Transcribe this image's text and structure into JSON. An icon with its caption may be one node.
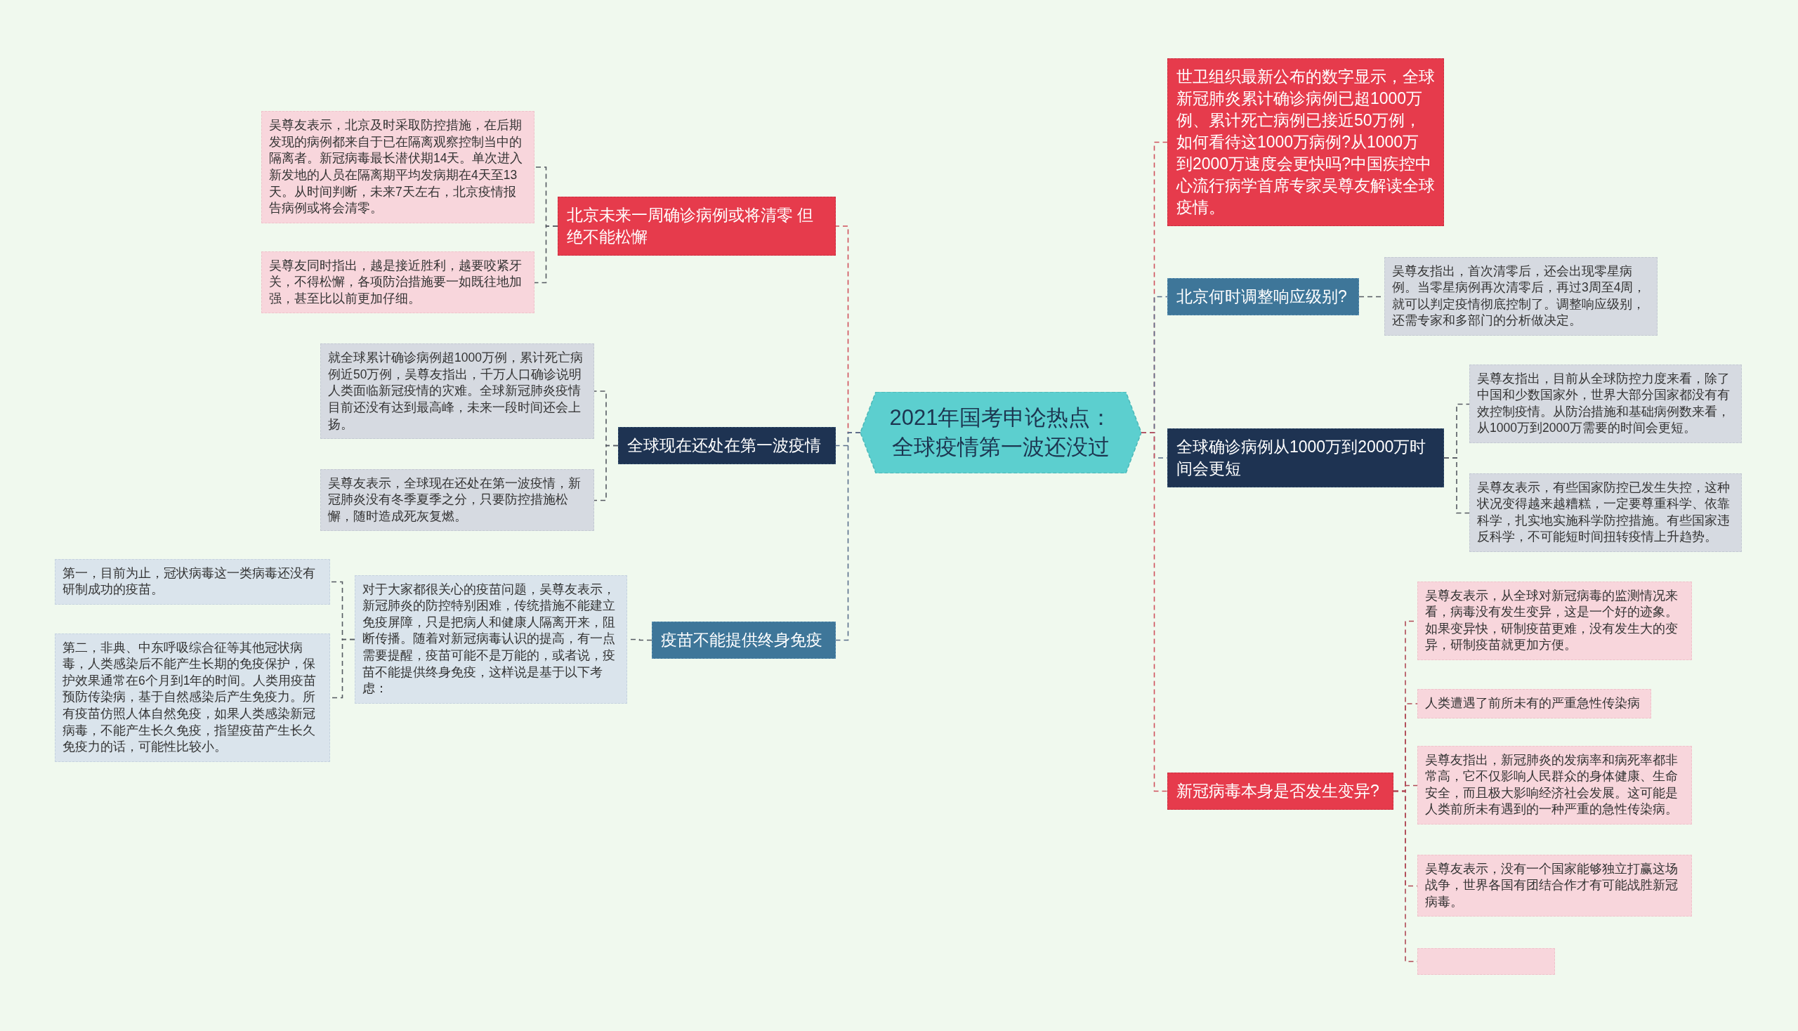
{
  "diagram": {
    "nodes": [
      {
        "text": [
          "2021年国考申论热点：全球疫情第一波还没过"
        ]
      },
      {
        "text": [
          "北京未来一周确诊病例或将清零 但绝不能松懈"
        ]
      },
      {
        "text": [
          "吴尊友表示，北京及时采取防控措施，在后期发现的病例都来自于已在隔离观察控制当中的隔离者。新冠病毒最长潜伏期14天。单次进入新发地的人员在隔离期平均发病期在4天至13天。从时间判断，未来7天左右，北京疫情报告病例或将会清零。"
        ]
      },
      {
        "text": [
          "吴尊友同时指出，越是接近胜利，越要咬紧牙关，不得松懈，各项防治措施要一如既往地加强，甚至比以前更加仔细。"
        ]
      },
      {
        "text": [
          "全球现在还处在第一波疫情"
        ]
      },
      {
        "text": [
          "就全球累计确诊病例超1000万例，累计死亡病例近50万例，吴尊友指出，千万人口确诊说明人类面临新冠疫情的灾难。全球新冠肺炎疫情目前还没有达到最高峰，未来一段时间还会上扬。"
        ]
      },
      {
        "text": [
          "吴尊友表示，全球现在还处在第一波疫情，新冠肺炎没有冬季夏季之分，只要防控措施松懈，随时造成死灰复燃。"
        ]
      },
      {
        "text": [
          "疫苗不能提供终身免疫"
        ]
      },
      {
        "text": [
          "对于大家都很关心的疫苗问题，吴尊友表示，新冠肺炎的防控特别困难，传统措施不能建立免疫屏障，只是把病人和健康人隔离开来，阻断传播。随着对新冠病毒认识的提高，有一点需要提醒，疫苗可能不是万能的，或者说，疫苗不能提供终身免疫，这样说是基于以下考虑："
        ]
      },
      {
        "text": [
          "第一，目前为止，冠状病毒这一类病毒还没有研制成功的疫苗。"
        ]
      },
      {
        "text": [
          "第二，非典、中东呼吸综合征等其他冠状病毒，人类感染后不能产生长期的免疫保护，保护效果通常在6个月到1年的时间。人类用疫苗预防传染病，基于自然感染后产生免疫力。所有疫苗仿照人体自然免疫，如果人类感染新冠病毒，不能产生长久免疫，指望疫苗产生长久免疫力的话，可能性比较小。"
        ]
      },
      {
        "text": [
          "世卫组织最新公布的数字显示，全球新冠肺炎累计确诊病例已超1000万例、累计死亡病例已接近50万例，如何看待这1000万病例?从1000万到2000万速度会更快吗?中国疾控中心流行病学首席专家吴尊友解读全球疫情。"
        ]
      },
      {
        "text": [
          "北京何时调整响应级别?"
        ]
      },
      {
        "text": [
          "吴尊友指出，首次清零后，还会出现零星病例。当零星病例再次清零后，再过3周至4周，就可以判定疫情彻底控制了。调整响应级别，还需专家和多部门的分析做决定。"
        ]
      },
      {
        "text": [
          "全球确诊病例从1000万到2000万时间会更短"
        ]
      },
      {
        "text": [
          "吴尊友指出，目前从全球防控力度来看，除了中国和少数国家外，世界大部分国家都没有有效控制疫情。从防治措施和基础病例数来看，从1000万到2000万需要的时间会更短。"
        ]
      },
      {
        "text": [
          "吴尊友表示，有些国家防控已发生失控，这种状况变得越来越糟糕，一定要尊重科学、依靠科学，扎实地实施科学防控措施。有些国家违反科学，不可能短时间扭转疫情上升趋势。"
        ]
      },
      {
        "text": [
          "新冠病毒本身是否发生变异?"
        ]
      },
      {
        "text": [
          "吴尊友表示，从全球对新冠病毒的监测情况来看，病毒没有发生变异，这是一个好的迹象。如果变异快，研制疫苗更难，没有发生大的变异，研制疫苗就更加方便。"
        ]
      },
      {
        "text": [
          "人类遭遇了前所未有的严重急性传染病"
        ]
      },
      {
        "text": [
          "吴尊友指出，新冠肺炎的发病率和病死率都非常高，它不仅影响人民群众的身体健康、生命安全，而且极大影响经济社会发展。这可能是人类前所未有遇到的一种严重的急性传染病。"
        ]
      },
      {
        "text": [
          "吴尊友表示，没有一个国家能够独立打赢这场战争，世界各国有团结合作才有可能战胜新冠病毒。"
        ]
      },
      {
        "text": [],
        "shape": "box"
      }
    ],
    "edges": [
      {
        "from": 0,
        "to": 1,
        "arrow": "none",
        "style": "dashed",
        "color": "#d0505c"
      },
      {
        "from": 1,
        "to": 2,
        "arrow": "none",
        "style": "dashed"
      },
      {
        "from": 1,
        "to": 3,
        "arrow": "none",
        "style": "dashed"
      },
      {
        "from": 0,
        "to": 4,
        "arrow": "none",
        "style": "dashed",
        "color": "#5a6f8c"
      },
      {
        "from": 4,
        "to": 5,
        "arrow": "none",
        "style": "dashed"
      },
      {
        "from": 4,
        "to": 6,
        "arrow": "none",
        "style": "dashed"
      },
      {
        "from": 0,
        "to": 7,
        "arrow": "none",
        "style": "dashed",
        "color": "#5a6f8c"
      },
      {
        "from": 7,
        "to": 8,
        "arrow": "none",
        "style": "dashed"
      },
      {
        "from": 8,
        "to": 9,
        "arrow": "none",
        "style": "dashed"
      },
      {
        "from": 8,
        "to": 10,
        "arrow": "none",
        "style": "dashed"
      },
      {
        "from": 0,
        "to": 11,
        "arrow": "none",
        "style": "dashed",
        "color": "#d0505c"
      },
      {
        "from": 0,
        "to": 12,
        "arrow": "none",
        "style": "dashed",
        "color": "#5a6f8c"
      },
      {
        "from": 12,
        "to": 13,
        "arrow": "none",
        "style": "dashed"
      },
      {
        "from": 0,
        "to": 14,
        "arrow": "none",
        "style": "dashed",
        "color": "#5a6f8c"
      },
      {
        "from": 14,
        "to": 15,
        "arrow": "none",
        "style": "dashed"
      },
      {
        "from": 14,
        "to": 16,
        "arrow": "none",
        "style": "dashed"
      },
      {
        "from": 0,
        "to": 17,
        "arrow": "none",
        "style": "dashed",
        "color": "#d0505c"
      },
      {
        "from": 17,
        "to": 18,
        "arrow": "none",
        "style": "dashed",
        "color": "#b04a56"
      },
      {
        "from": 17,
        "to": 19,
        "arrow": "none",
        "style": "dashed",
        "color": "#b04a56"
      },
      {
        "from": 17,
        "to": 20,
        "arrow": "none",
        "style": "dashed",
        "color": "#b04a56"
      },
      {
        "from": 17,
        "to": 21,
        "arrow": "none",
        "style": "dashed",
        "color": "#b04a56"
      },
      {
        "from": 17,
        "to": 22,
        "arrow": "none",
        "style": "dashed",
        "color": "#b04a56"
      }
    ]
  }
}
